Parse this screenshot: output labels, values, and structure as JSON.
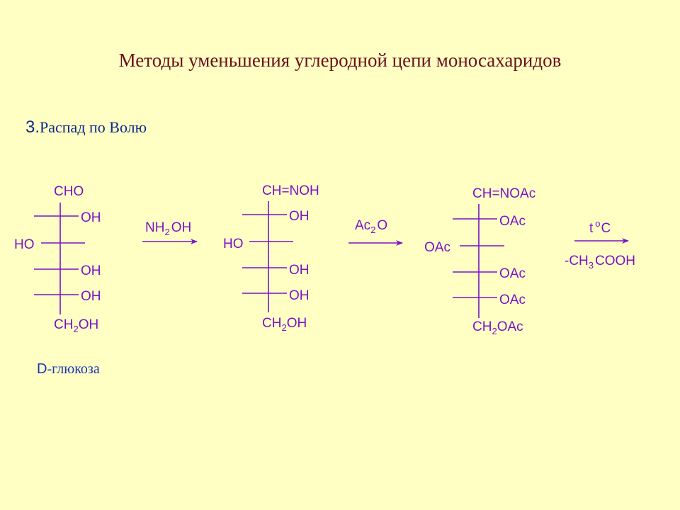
{
  "slide": {
    "title": "Методы уменьшения углеродной цепи моносахаридов",
    "section_number": "3.",
    "section_title": "Распад по Волю",
    "caption_prefix": "D",
    "caption_rest": "-глюкоза"
  },
  "colors": {
    "background": "#FFFFC4",
    "title": "#6B0F1A",
    "section": "#0A2A8C",
    "scheme": "#7B12C7",
    "caption": "#1A33B8"
  },
  "molecule1": {
    "top": "CHO",
    "oh_right_1": "OH",
    "ho_left": "HO",
    "oh_right_2": "OH",
    "oh_right_3": "OH",
    "bottom_main": "CH",
    "bottom_sub": "2",
    "bottom_tail": "OH"
  },
  "arrow1": {
    "main": "NH",
    "sub": "2",
    "tail": "OH"
  },
  "molecule2": {
    "top": "CH=NOH",
    "oh_right_1": "OH",
    "ho_left": "HO",
    "oh_right_2": "OH",
    "oh_right_3": "OH",
    "bottom_main": "CH",
    "bottom_sub": "2",
    "bottom_tail": "OH"
  },
  "arrow2": {
    "main": "Ac",
    "sub": "2",
    "tail": "O"
  },
  "molecule3": {
    "top": "CH=NOAc",
    "oac_right_1": "OAc",
    "oac_left": "OAc",
    "oac_right_2": "OAc",
    "oac_right_3": "OAc",
    "bottom_main": "CH",
    "bottom_sub": "2",
    "bottom_tail": "OAc"
  },
  "arrow3": {
    "temp_t": "t",
    "temp_sup": "o",
    "temp_c": "C",
    "below_main": "-CH",
    "below_sub": "3",
    "below_tail": "COOH"
  }
}
